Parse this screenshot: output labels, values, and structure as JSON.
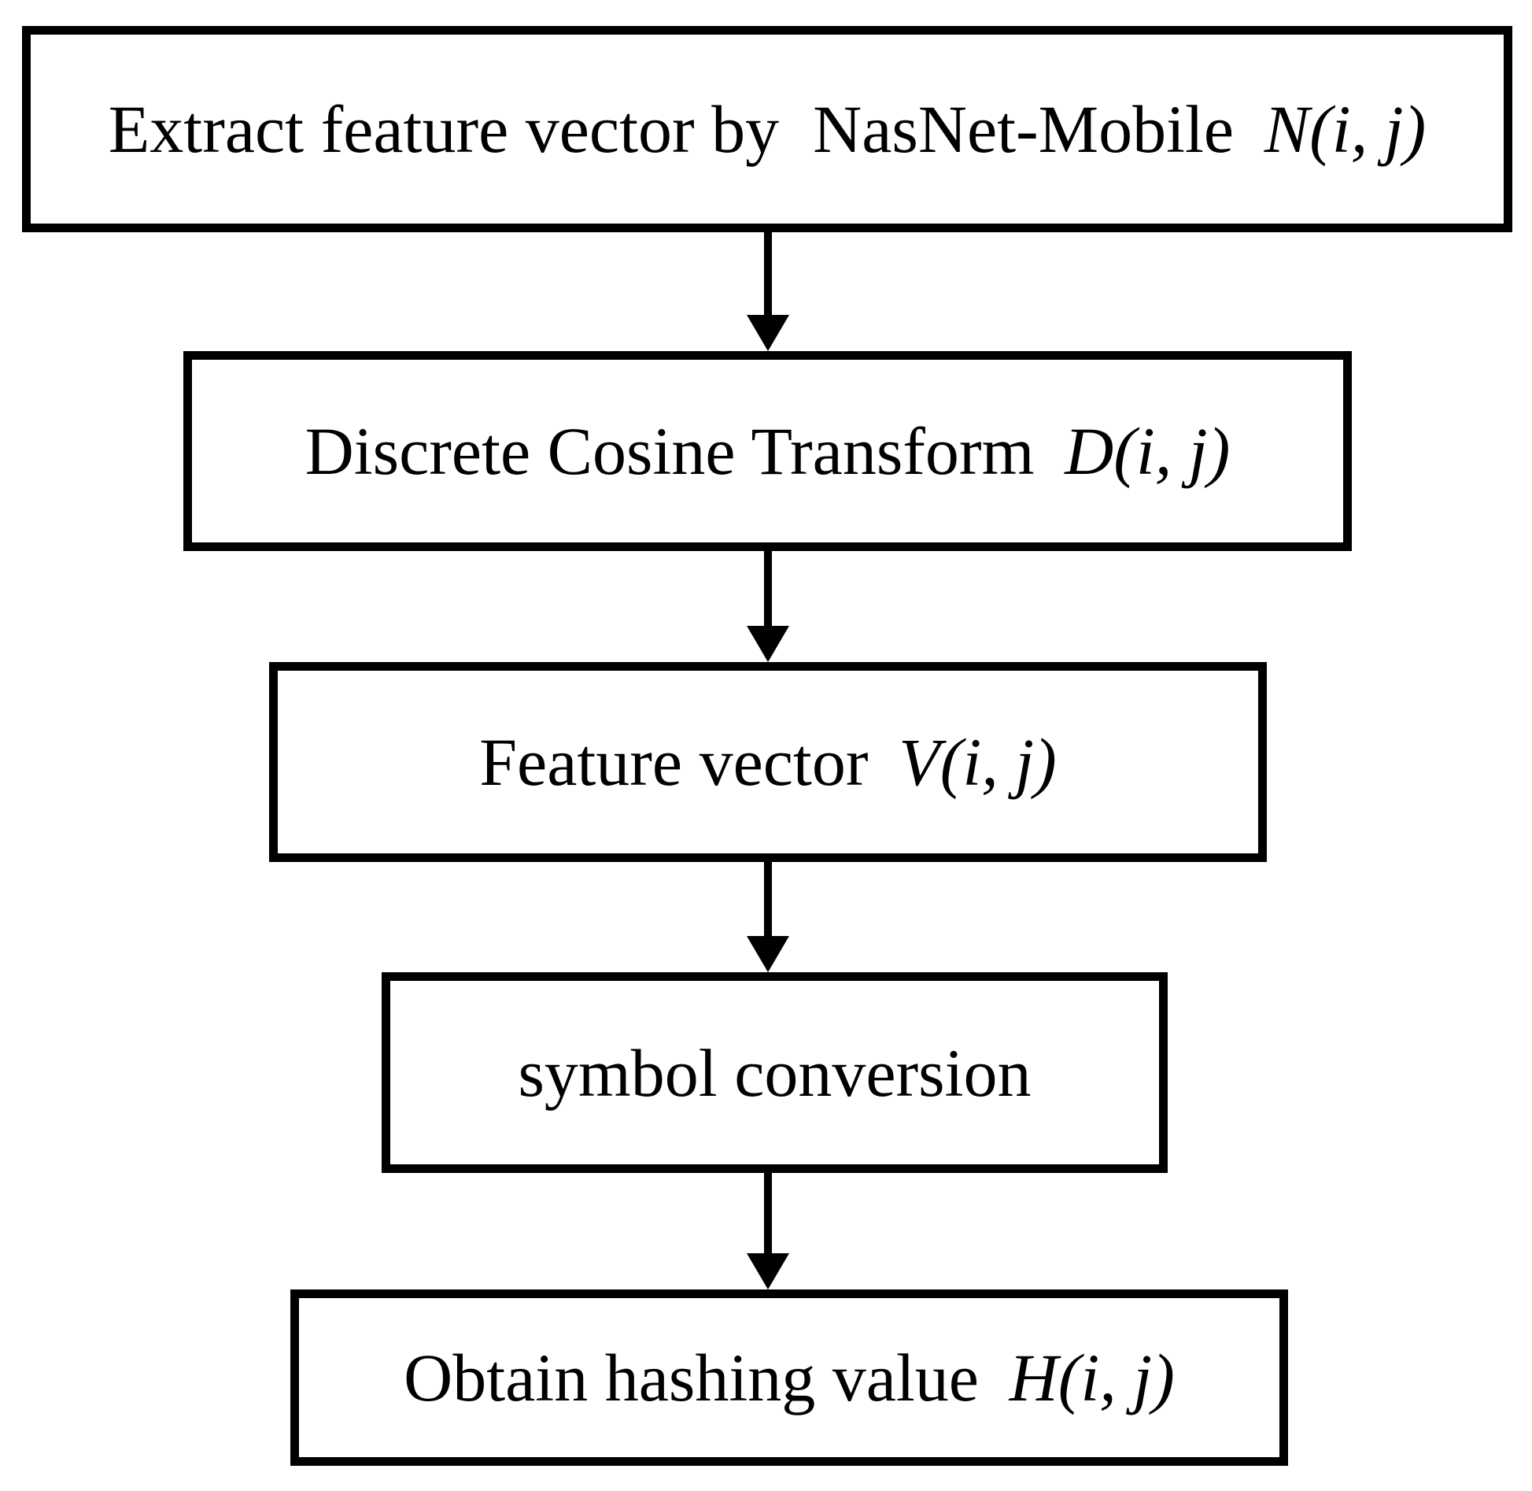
{
  "diagram": {
    "type": "flowchart",
    "colors": {
      "background": "#ffffff",
      "stroke": "#000000",
      "text": "#000000"
    },
    "nodes": [
      {
        "id": "extract-feature-vector",
        "label": "Extract feature vector by  NasNet-Mobile",
        "math": "N(i, j)"
      },
      {
        "id": "discrete-cosine-transform",
        "label": "Discrete Cosine Transform",
        "math": "D(i, j)"
      },
      {
        "id": "feature-vector",
        "label": "Feature vector",
        "math": "V(i, j)"
      },
      {
        "id": "symbol-conversion",
        "label": "symbol conversion",
        "math": ""
      },
      {
        "id": "obtain-hashing-value",
        "label": "Obtain hashing value",
        "math": "H(i, j)"
      }
    ],
    "edges": [
      {
        "from": "extract-feature-vector",
        "to": "discrete-cosine-transform"
      },
      {
        "from": "discrete-cosine-transform",
        "to": "feature-vector"
      },
      {
        "from": "feature-vector",
        "to": "symbol-conversion"
      },
      {
        "from": "symbol-conversion",
        "to": "obtain-hashing-value"
      }
    ]
  }
}
